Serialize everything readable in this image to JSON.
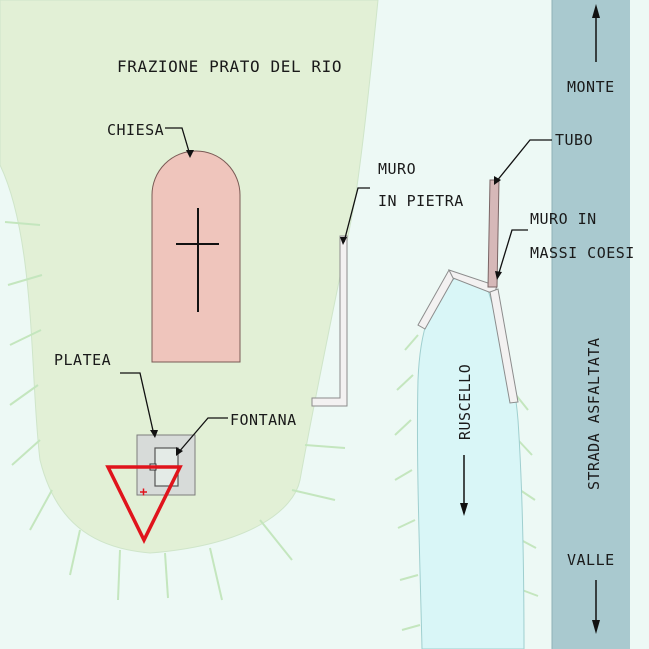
{
  "labels": {
    "frazione": "FRAZIONE PRATO DEL RIO",
    "chiesa": "CHIESA",
    "muro_pietra_1": "MURO",
    "muro_pietra_2": "IN PIETRA",
    "tubo": "TUBO",
    "muro_massi_1": "MURO IN",
    "muro_massi_2": "MASSI COESI",
    "platea": "PLATEA",
    "fontana": "FONTANA",
    "ruscello": "RUSCELLO",
    "strada": "STRADA ASFALTATA",
    "monte": "MONTE",
    "valle": "VALLE"
  },
  "colors": {
    "background": "#edf9f5",
    "terrain": "#e2f0d6",
    "terrain_ticks": "#c4e6be",
    "church": "#efc5bc",
    "stream": "#d9f6f7",
    "road": "#a9c9cf",
    "wall": "#f3f1f1",
    "hazard_triangle": "#e0141c",
    "pipe": "#d6b8b8"
  }
}
